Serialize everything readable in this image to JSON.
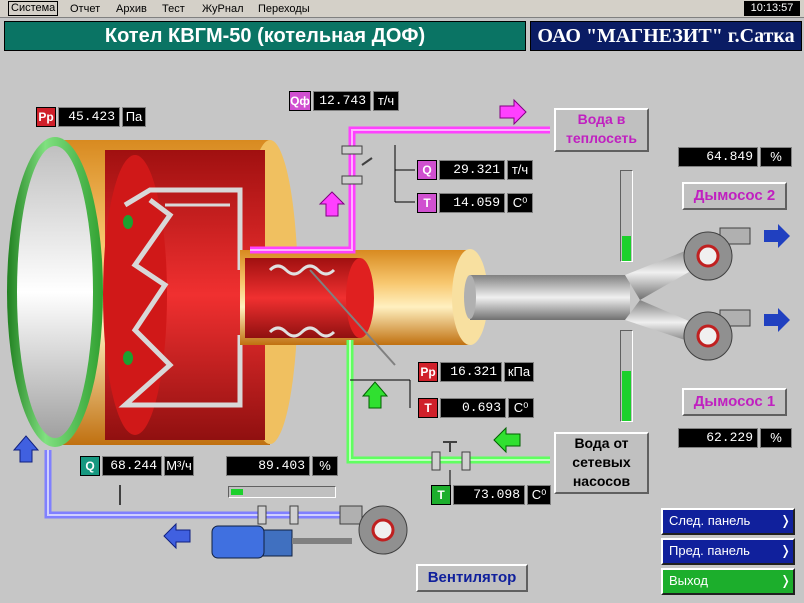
{
  "menu": [
    "Система",
    "Отчет",
    "Архив",
    "Тест",
    "ЖуРнал",
    "Переходы"
  ],
  "clock": "10:13:57",
  "title": "Котел  КВГМ-50  (котельная ДОФ)",
  "org": "ОАО \"МАГНЕЗИТ\" г.Сатка",
  "furnace_pressure": {
    "tag": "Рр",
    "value": "45.423",
    "unit": "Па"
  },
  "fuel_flow": {
    "tag": "Qф",
    "value": "12.743",
    "unit": "т/ч"
  },
  "water_out": {
    "label_line1": "Вода в",
    "label_line2": "теплосеть",
    "flow_tag": "Q",
    "flow_value": "29.321",
    "flow_unit": "т/ч",
    "temp_tag": "Т",
    "temp_value": "14.059",
    "temp_unit": "С⁰"
  },
  "smoke_fan2": {
    "value": "64.849",
    "unit": "%",
    "label": "Дымосос 2",
    "level": 0.28
  },
  "smoke_fan1": {
    "value": "62.229",
    "unit": "%",
    "label": "Дымосос 1",
    "level": 0.55
  },
  "gas_out": {
    "press_tag": "Рр",
    "press_value": "16.321",
    "press_unit": "кПа",
    "temp_tag": "Т",
    "temp_value": "0.693",
    "temp_unit": "С⁰"
  },
  "water_in": {
    "label_line1": "Вода от",
    "label_line2": "сетевых",
    "label_line3": "насосов",
    "temp_tag": "Т",
    "temp_value": "73.098",
    "temp_unit": "С⁰"
  },
  "air_flow": {
    "tag": "Q",
    "value": "68.244",
    "unit": "М³/ч"
  },
  "fan_valve": {
    "value": "89.403",
    "unit": "%",
    "level": 0.12
  },
  "fan": {
    "label": "Вентилятор"
  },
  "nav": {
    "next": "След. панель",
    "prev": "Пред. панель",
    "exit": "Выход"
  },
  "colors": {
    "water_out": "#ff40ff",
    "water_in": "#60ff60",
    "air": "#8080ff",
    "boiler_red": "#e02020"
  }
}
